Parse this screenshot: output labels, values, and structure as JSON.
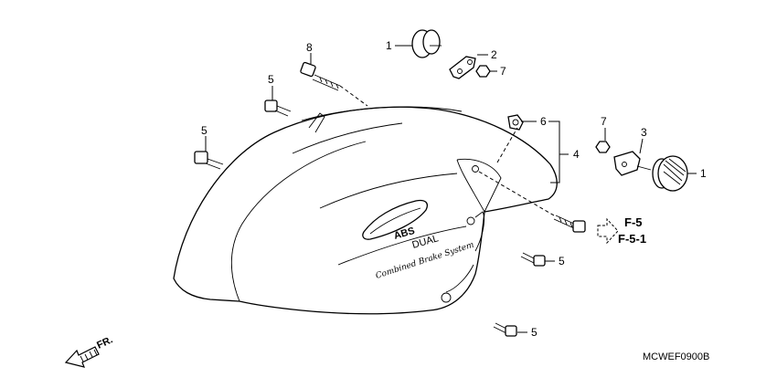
{
  "callouts": {
    "c1_top": "1",
    "c2": "2",
    "c7_top": "7",
    "c8": "8",
    "c5_left_top": "5",
    "c5_left_mid": "5",
    "c6": "6",
    "c4": "4",
    "c7_right": "7",
    "c3": "3",
    "c1_right": "1",
    "c5_bottom_mid": "5",
    "c5_bottom": "5"
  },
  "references": {
    "ref1": "F-5",
    "ref2": "F-5-1"
  },
  "fender_text": {
    "abs": "ABS",
    "dual": "DUAL",
    "cbs": "Combined Brake System"
  },
  "direction": "FR.",
  "diagram_code": "MCWEF0900B"
}
